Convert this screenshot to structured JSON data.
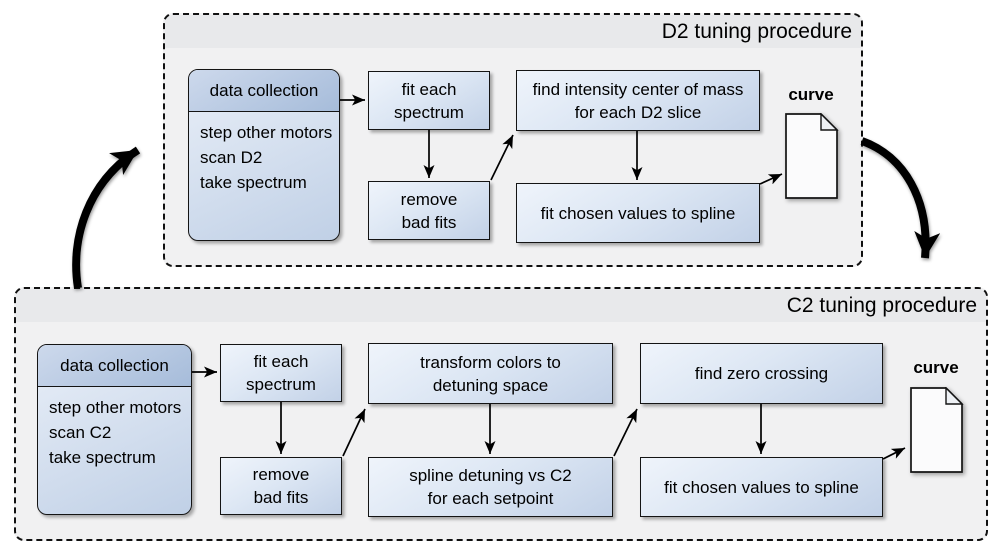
{
  "d2": {
    "title": "D2 tuning procedure",
    "collection": {
      "header": "data collection",
      "line1": "step other motors",
      "line2": "scan D2",
      "line3": "take spectrum"
    },
    "fit_each": {
      "line1": "fit each",
      "line2": "spectrum"
    },
    "remove_bad": {
      "line1": "remove",
      "line2": "bad fits"
    },
    "center_of_mass": {
      "line1": "find intensity center of mass",
      "line2": "for each D2 slice"
    },
    "fit_spline": {
      "line1": "fit chosen values to spline"
    },
    "curve_label": "curve"
  },
  "c2": {
    "title": "C2 tuning procedure",
    "collection": {
      "header": "data collection",
      "line1": "step other motors",
      "line2": "scan C2",
      "line3": "take spectrum"
    },
    "fit_each": {
      "line1": "fit each",
      "line2": "spectrum"
    },
    "remove_bad": {
      "line1": "remove",
      "line2": "bad fits"
    },
    "transform_colors": {
      "line1": "transform colors to",
      "line2": "detuning space"
    },
    "spline_detuning": {
      "line1": "spline detuning vs C2",
      "line2": "for each setpoint"
    },
    "zero_crossing": {
      "line1": "find zero crossing"
    },
    "fit_spline": {
      "line1": "fit chosen values to spline"
    },
    "curve_label": "curve"
  },
  "colors": {
    "background": "#ffffff",
    "group_fill": "#f1f1f2",
    "group_strip_fill": "#e8e9eb",
    "node_fill_top": "#eff4fb",
    "node_fill_bottom": "#c2d1e7",
    "header_fill_top": "#cdd9ec",
    "header_fill_bottom": "#a6bcda",
    "border": "#141414",
    "arrow": "#000000",
    "document_fill": "#fbfbfc"
  }
}
